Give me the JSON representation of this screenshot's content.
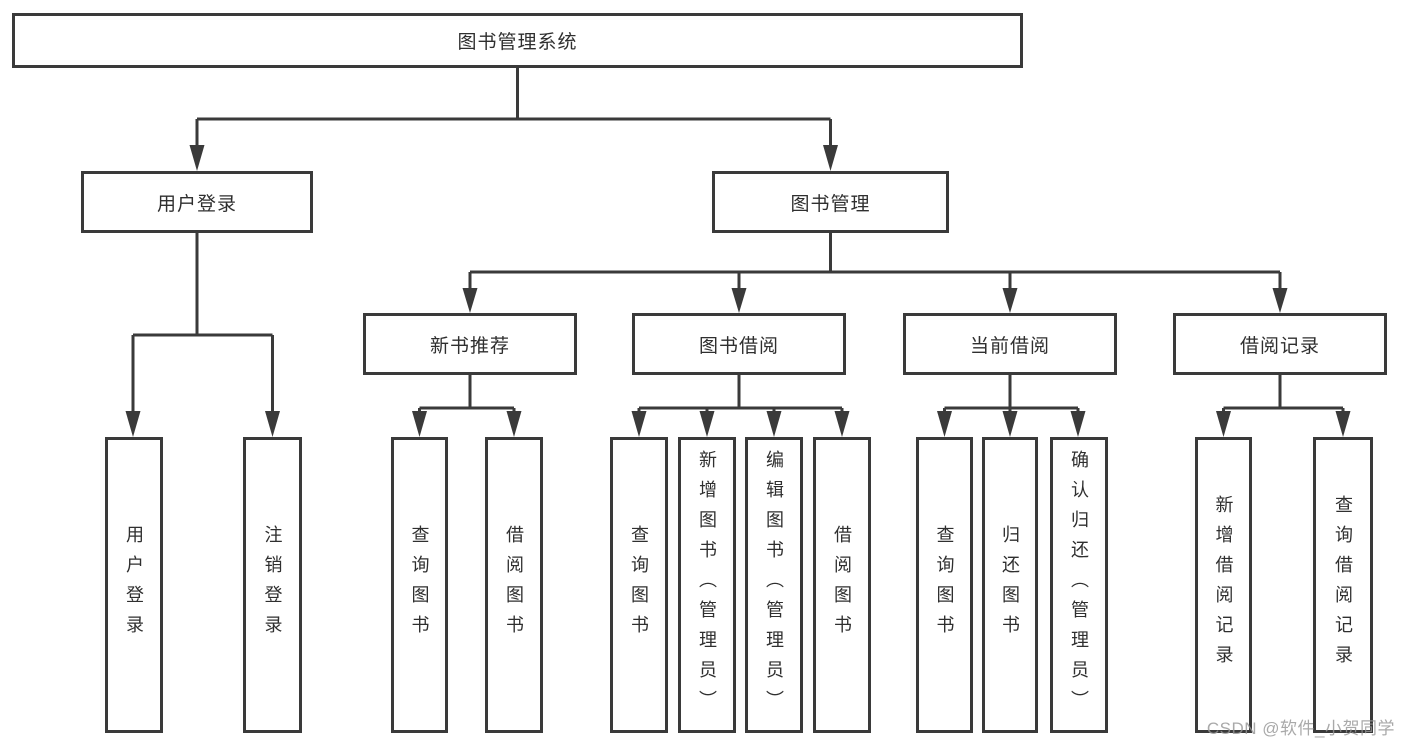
{
  "diagram": {
    "type": "hierarchy-tree",
    "colors": {
      "line": "#3a3a3a",
      "border": "#3a3a3a",
      "text": "#2f2f2f",
      "background": "#ffffff",
      "watermark": "#969696"
    }
  },
  "tree": {
    "label": "图书管理系统",
    "children": [
      {
        "label": "用户登录",
        "children": [
          {
            "label": "用户登录"
          },
          {
            "label": "注销登录"
          }
        ]
      },
      {
        "label": "图书管理",
        "children": [
          {
            "label": "新书推荐",
            "children": [
              {
                "label": "查询图书"
              },
              {
                "label": "借阅图书"
              }
            ]
          },
          {
            "label": "图书借阅",
            "children": [
              {
                "label": "查询图书"
              },
              {
                "label": "新增图书（管理员）"
              },
              {
                "label": "编辑图书（管理员）"
              },
              {
                "label": "借阅图书"
              }
            ]
          },
          {
            "label": "当前借阅",
            "children": [
              {
                "label": "查询图书"
              },
              {
                "label": "归还图书"
              },
              {
                "label": "确认归还（管理员）"
              }
            ]
          },
          {
            "label": "借阅记录",
            "children": [
              {
                "label": "新增借阅记录"
              },
              {
                "label": "查询借阅记录"
              }
            ]
          }
        ]
      }
    ]
  },
  "watermark": {
    "text": "CSDN @软件_小贺同学"
  }
}
